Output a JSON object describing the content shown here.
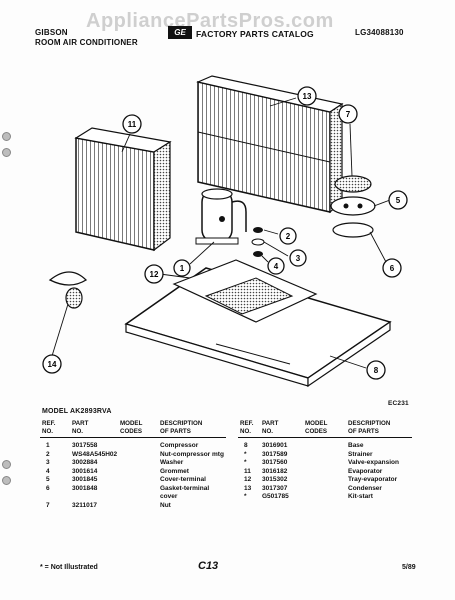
{
  "header": {
    "brand": "GIBSON",
    "subtitle": "ROOM AIR CONDITIONER",
    "watermark": "AppliancePartsPros.com",
    "logo_text": "GE",
    "center_title": "FACTORY PARTS CATALOG",
    "doc_number": "LG34088130"
  },
  "diagram": {
    "callouts": [
      "1",
      "2",
      "3",
      "4",
      "5",
      "6",
      "7",
      "11",
      "12",
      "13",
      "14"
    ],
    "figure_code": "EC231"
  },
  "table": {
    "model_line": "MODEL AK2893RVA",
    "left_headers": {
      "ref": "REF.\nNO.",
      "part": "PART\nNO.",
      "model_codes": "MODEL\nCODES",
      "description": "DESCRIPTION\nOF PARTS"
    },
    "right_headers": {
      "ref": "REF.\nNO.",
      "part": "PART\nNO.",
      "model_codes": "MODEL\nCODES",
      "description": "DESCRIPTION\nOF PARTS"
    },
    "left_rows": [
      {
        "ref": "1",
        "part": "3017558",
        "codes": "",
        "desc": "Compressor"
      },
      {
        "ref": "2",
        "part": "WS48A545H02",
        "codes": "",
        "desc": "Nut-compressor mtg"
      },
      {
        "ref": "3",
        "part": "3002884",
        "codes": "",
        "desc": "Washer"
      },
      {
        "ref": "4",
        "part": "3001614",
        "codes": "",
        "desc": "Grommet"
      },
      {
        "ref": "5",
        "part": "3001845",
        "codes": "",
        "desc": "Cover-terminal"
      },
      {
        "ref": "6",
        "part": "3001848",
        "codes": "",
        "desc": "Gasket-terminal"
      },
      {
        "ref": "",
        "part": "",
        "codes": "",
        "desc": "cover"
      },
      {
        "ref": "7",
        "part": "3211017",
        "codes": "",
        "desc": "Nut"
      }
    ],
    "right_rows": [
      {
        "ref": "8",
        "part": "3016901",
        "codes": "",
        "desc": "Base"
      },
      {
        "ref": "*",
        "part": "3017589",
        "codes": "",
        "desc": "Strainer"
      },
      {
        "ref": "*",
        "part": "3017560",
        "codes": "",
        "desc": "Valve-expansion"
      },
      {
        "ref": "11",
        "part": "3016182",
        "codes": "",
        "desc": "Evaporator"
      },
      {
        "ref": "12",
        "part": "3015302",
        "codes": "",
        "desc": "Tray-evaporator"
      },
      {
        "ref": "13",
        "part": "3017307",
        "codes": "",
        "desc": "Condenser"
      },
      {
        "ref": "*",
        "part": "G501785",
        "codes": "",
        "desc": "Kit-start"
      }
    ]
  },
  "footer": {
    "note": "* = Not Illustrated",
    "page_code": "C13",
    "date": "5/89"
  }
}
